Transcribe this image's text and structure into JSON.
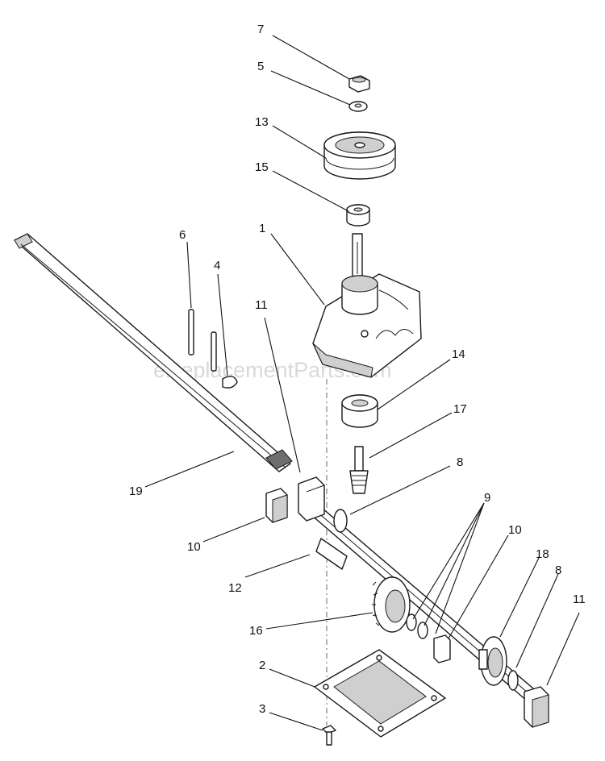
{
  "watermark": "eReplacementParts.com",
  "callouts": [
    "7",
    "5",
    "13",
    "15",
    "1",
    "6",
    "4",
    "11",
    "14",
    "17",
    "8",
    "19",
    "10",
    "9",
    "10",
    "18",
    "8",
    "11",
    "12",
    "16",
    "2",
    "3"
  ]
}
